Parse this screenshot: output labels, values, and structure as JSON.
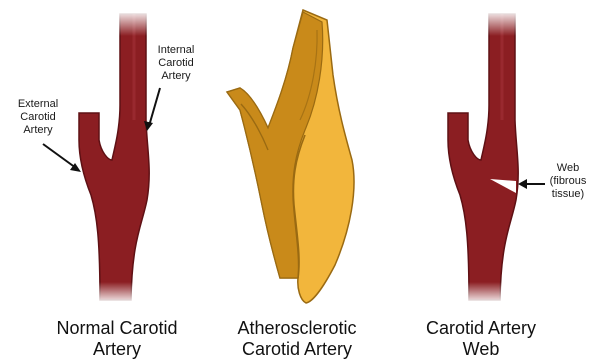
{
  "diagram": {
    "panels": [
      {
        "id": "normal",
        "caption_line1": "Normal Carotid",
        "caption_line2": "Artery",
        "labels": {
          "internal": [
            "Internal",
            "Carotid",
            "Artery"
          ],
          "external": [
            "External",
            "Carotid",
            "Artery"
          ]
        }
      },
      {
        "id": "atherosclerotic",
        "caption_line1": "Atherosclerotic",
        "caption_line2": "Carotid Artery"
      },
      {
        "id": "web",
        "caption_line1": "Carotid Artery",
        "caption_line2": "Web",
        "labels": {
          "web": [
            "Web",
            "(fibrous",
            "tissue)"
          ]
        }
      }
    ],
    "colors": {
      "artery_fill": "#8b1e22",
      "artery_edge": "#5e1014",
      "plaque_light": "#f2b63c",
      "plaque_dark": "#c98a1a",
      "plaque_edge": "#9a6a12",
      "web_tissue": "#ffffff"
    }
  }
}
